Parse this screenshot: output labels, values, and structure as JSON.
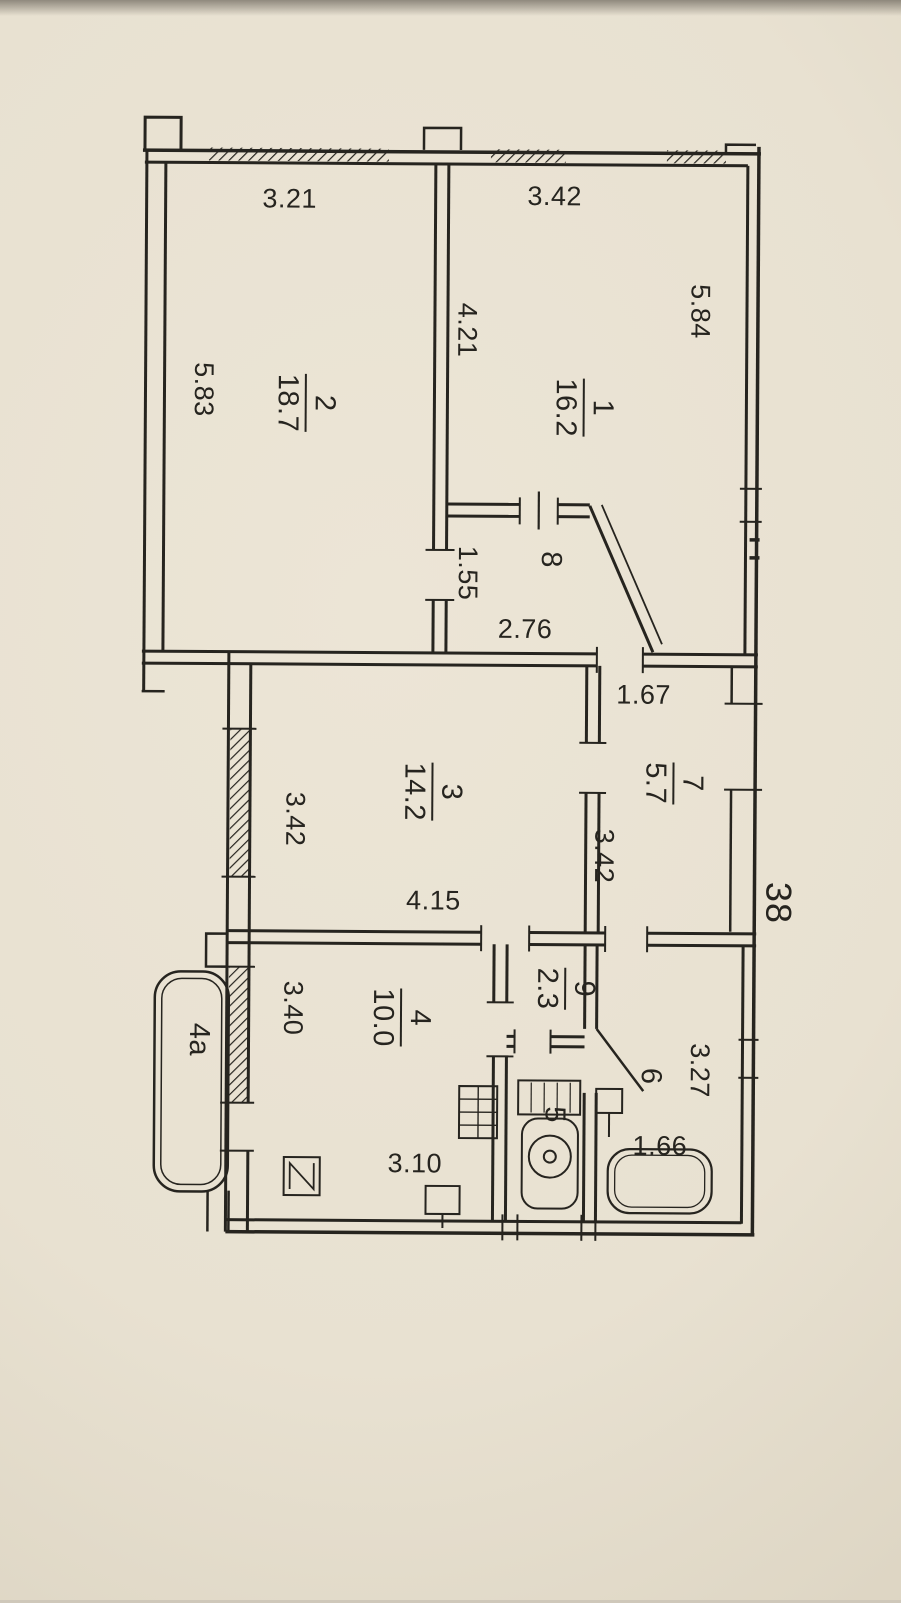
{
  "colors": {
    "paper": "#e9e2d1",
    "ink": "#26241f"
  },
  "apartment": {
    "number": "38"
  },
  "rooms": {
    "r1": {
      "number": "1",
      "area": "16.2"
    },
    "r2": {
      "number": "2",
      "area": "18.7"
    },
    "r3": {
      "number": "3",
      "area": "14.2"
    },
    "r4": {
      "number": "4",
      "area": "10.0"
    },
    "r5": {
      "number": "5"
    },
    "r6": {
      "number": "6"
    },
    "r7": {
      "number": "7",
      "area": "5.7"
    },
    "r8": {
      "number": "8"
    },
    "r9": {
      "number": "9",
      "area": "2.3"
    },
    "r4a": {
      "number": "4a"
    }
  },
  "dimensions": {
    "top_left": "3.21",
    "top_right": "3.42",
    "right_upper": "5.84",
    "partition_1_2": "4.21",
    "left_upper": "5.83",
    "closet_8": "1.55",
    "room8_width": "2.76",
    "room7_top": "1.67",
    "room3_left": "3.42",
    "room7_left": "3.42",
    "room3_bottom": "4.15",
    "room4_left": "3.40",
    "room6_right": "3.27",
    "room6_width": "1.66",
    "room4_bottom": "3.10"
  }
}
